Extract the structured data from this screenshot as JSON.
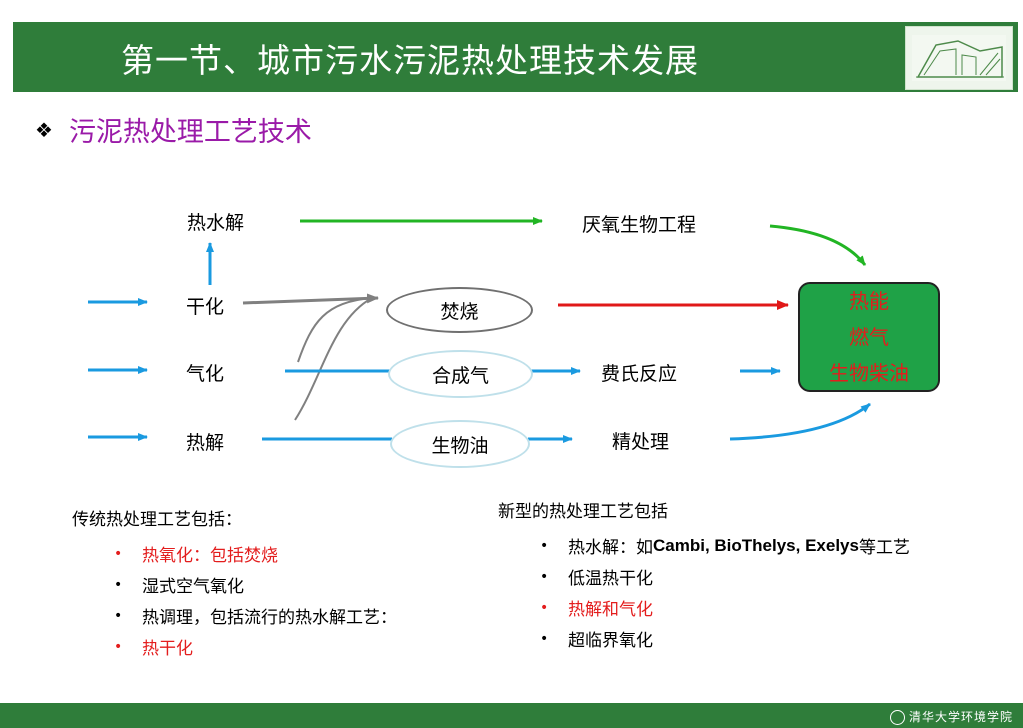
{
  "header": {
    "title": "第一节、城市污水污泥热处理技术发展"
  },
  "section": {
    "bullet_icon": "diamond-bullet-icon",
    "title": "污泥热处理工艺技术"
  },
  "diagram": {
    "inputs": [
      "干化",
      "气化",
      "热解"
    ],
    "hydrolysis": "热水解",
    "incineration": "焚烧",
    "syngas": "合成气",
    "bio_oil": "生物油",
    "anaerobic": "厌氧生物工程",
    "fischer": "费氏反应",
    "refining": "精处理",
    "outputs": [
      "热能",
      "燃气",
      "生物柴油"
    ]
  },
  "traditional": {
    "heading": "传统热处理工艺包括：",
    "items": [
      {
        "text": "热氧化：包括焚烧",
        "red": true
      },
      {
        "text": "湿式空气氧化",
        "red": false
      },
      {
        "text": "热调理，包括流行的热水解工艺：",
        "red": false
      },
      {
        "text": "热干化",
        "red": true
      }
    ]
  },
  "novel": {
    "heading": "新型的热处理工艺包括",
    "items": [
      {
        "text": "热水解：如",
        "bold": "Cambi, BioThelys, Exelys",
        "suffix": "等工艺",
        "red": false
      },
      {
        "text": "低温热干化",
        "red": false
      },
      {
        "text": "热解和气化",
        "red": true
      },
      {
        "text": "超临界氧化",
        "red": false
      }
    ]
  },
  "footer": {
    "logo_text": "清华大学环境学院"
  },
  "colors": {
    "title_bar": "#2f7d3a",
    "section_title": "#9a1aa8",
    "accent_red": "#e31d1d",
    "arrow_blue": "#1a9ae0",
    "arrow_green": "#22b524",
    "arrow_red": "#e01818",
    "arrow_gray": "#808080",
    "output_box": "#1fa247"
  }
}
